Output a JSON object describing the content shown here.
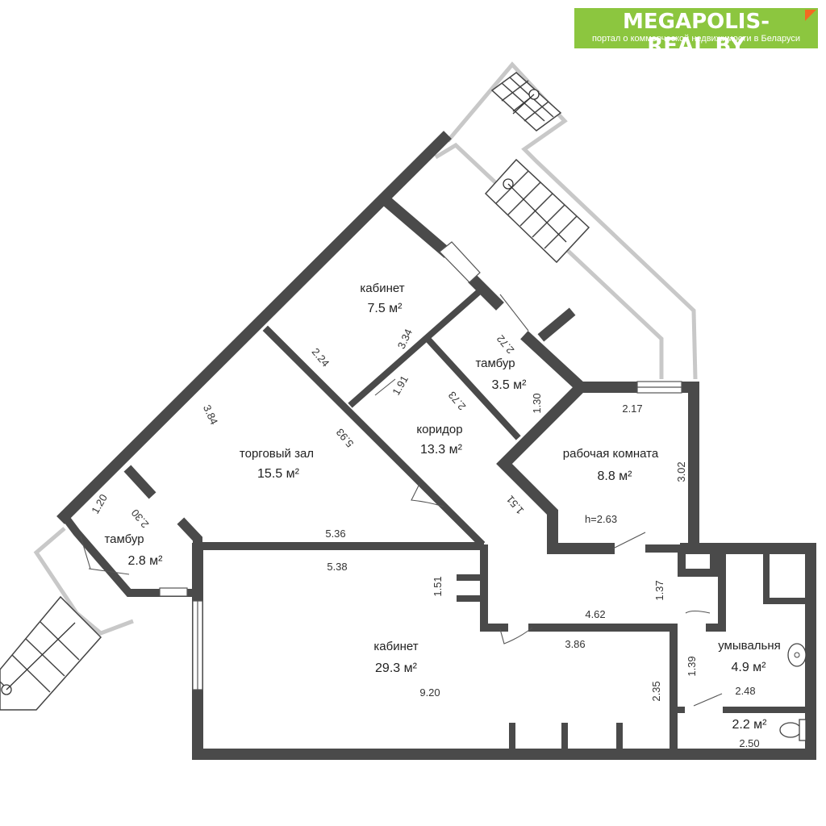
{
  "brand": {
    "title": "MEGAPOLIS-REAL.BY",
    "subtitle": "портал о коммерческой недвижимости в Беларуси",
    "colors": {
      "green": "#8cc63f",
      "orange": "#f26a21",
      "wall": "#4a4a4a",
      "balcony": "#cccccc"
    }
  },
  "rooms": {
    "cabinet_top": {
      "name": "кабинет",
      "area": "7.5 м²"
    },
    "tambur_mid": {
      "name": "тамбур",
      "area": "3.5 м²"
    },
    "corridor": {
      "name": "коридор",
      "area": "13.3 м²"
    },
    "trade_hall": {
      "name": "торговый зал",
      "area": "15.5 м²"
    },
    "work_room": {
      "name": "рабочая комната",
      "area": "8.8 м²"
    },
    "tambur_left": {
      "name": "тамбур",
      "area": "2.8 м²"
    },
    "cabinet_big": {
      "name": "кабинет",
      "area": "29.3 м²"
    },
    "washroom": {
      "name": "умывальня",
      "area": "4.9 м²"
    },
    "toilet": {
      "area": "2.2 м²"
    }
  },
  "dims": {
    "d_3_84": "3.84",
    "d_2_24": "2.24",
    "d_3_34": "3.34",
    "d_2_72": "2.72",
    "d_1_91": "1.91",
    "d_2_73": "2.73",
    "d_1_30": "1.30",
    "d_5_93": "5.93",
    "d_2_17": "2.17",
    "d_3_02": "3.02",
    "d_1_51a": "1.51",
    "d_h_2_63": "h=2.63",
    "d_1_20": "1.20",
    "d_2_30": "2.30",
    "d_5_36": "5.36",
    "d_5_38": "5.38",
    "d_1_51b": "1.51",
    "d_1_37": "1.37",
    "d_4_62": "4.62",
    "d_3_86": "3.86",
    "d_9_20": "9.20",
    "d_2_35": "2.35",
    "d_1_39": "1.39",
    "d_2_48": "2.48",
    "d_2_50": "2.50"
  },
  "icons": [
    "stair-arrow-icon",
    "sink-icon",
    "toilet-icon",
    "window-icon",
    "door-swing-icon"
  ]
}
